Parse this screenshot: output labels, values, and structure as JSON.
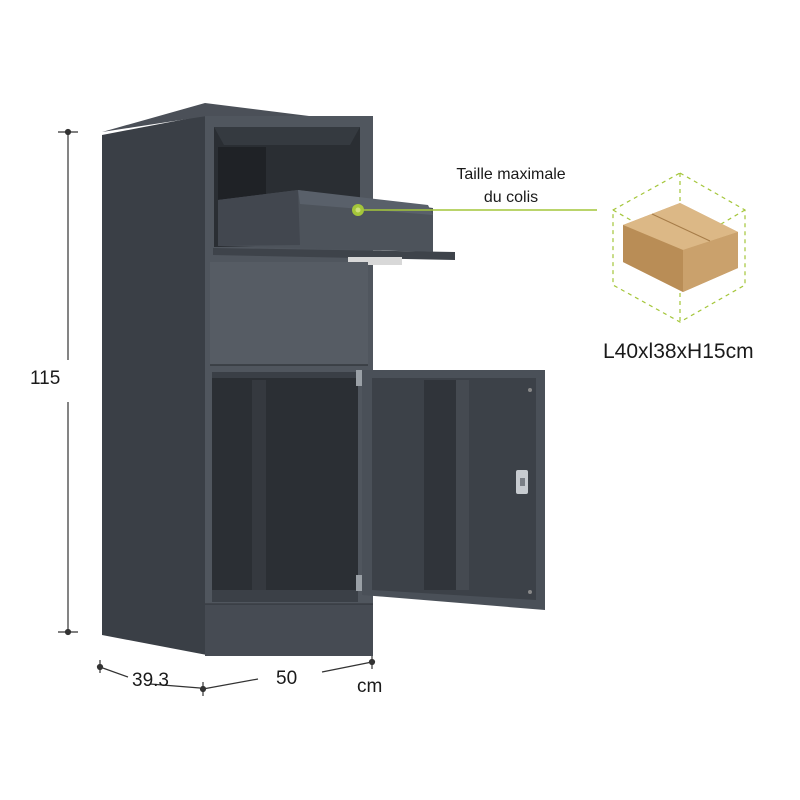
{
  "dimensions": {
    "height": "115",
    "depth": "39.3",
    "width": "50",
    "unit": "cm"
  },
  "callout": {
    "line1": "Taille maximale",
    "line2": "du colis"
  },
  "parcel_size": "L40xl38xH15cm",
  "colors": {
    "cabinet": "#3f444b",
    "accent_line": "#a4c63a",
    "parcel": "#c9a06a"
  }
}
